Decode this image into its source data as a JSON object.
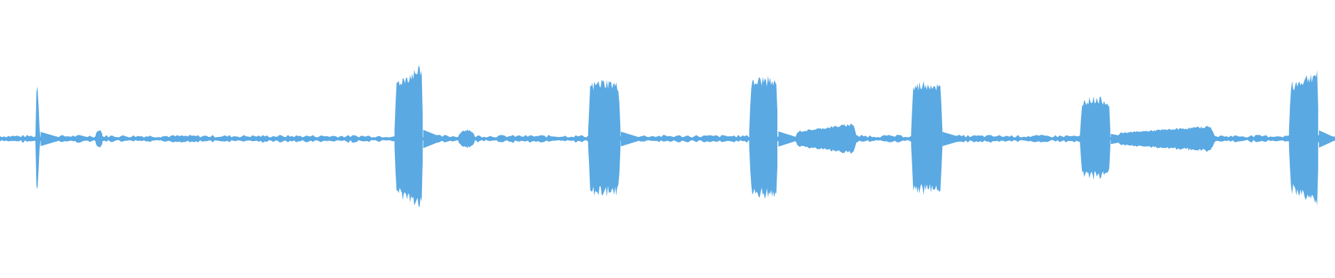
{
  "waveform": {
    "color": "#5aa9e3",
    "background": "#ffffff",
    "baseline_amplitude": 0.03,
    "bursts": [
      {
        "start": 0.0265,
        "end": 0.0305,
        "amplitude": 0.42,
        "shape": "spike"
      },
      {
        "start": 0.0712,
        "end": 0.077,
        "amplitude": 0.07,
        "shape": "noise"
      },
      {
        "start": 0.2955,
        "end": 0.317,
        "amplitude": 0.55,
        "shape": "rising"
      },
      {
        "start": 0.343,
        "end": 0.356,
        "amplitude": 0.07,
        "shape": "noise"
      },
      {
        "start": 0.4405,
        "end": 0.465,
        "amplitude": 0.44,
        "shape": "block"
      },
      {
        "start": 0.5612,
        "end": 0.583,
        "amplitude": 0.46,
        "shape": "block"
      },
      {
        "start": 0.595,
        "end": 0.642,
        "amplitude": 0.12,
        "shape": "ramp"
      },
      {
        "start": 0.6825,
        "end": 0.706,
        "amplitude": 0.43,
        "shape": "block"
      },
      {
        "start": 0.809,
        "end": 0.832,
        "amplitude": 0.31,
        "shape": "block"
      },
      {
        "start": 0.835,
        "end": 0.911,
        "amplitude": 0.1,
        "shape": "ramp"
      },
      {
        "start": 0.9655,
        "end": 0.988,
        "amplitude": 0.52,
        "shape": "rising"
      }
    ]
  }
}
